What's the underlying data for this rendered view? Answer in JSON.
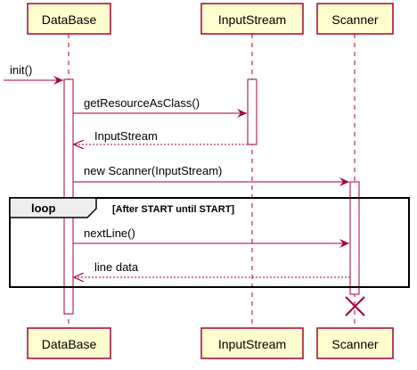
{
  "diagram": {
    "type": "sequence",
    "participants": {
      "database": "DataBase",
      "inputstream": "InputStream",
      "scanner": "Scanner"
    },
    "messages": {
      "init": "init()",
      "get_resource": "getResourceAsClass()",
      "return_inputstream": "InputStream",
      "new_scanner": "new Scanner(InputStream)",
      "next_line": "nextLine()",
      "line_data": "line data"
    },
    "loop": {
      "keyword": "loop",
      "guard": "[After START until START]"
    },
    "colors": {
      "participant_fill": "#FEFECE",
      "line": "#A80036",
      "frame_tab": "#EEEEEE"
    }
  }
}
